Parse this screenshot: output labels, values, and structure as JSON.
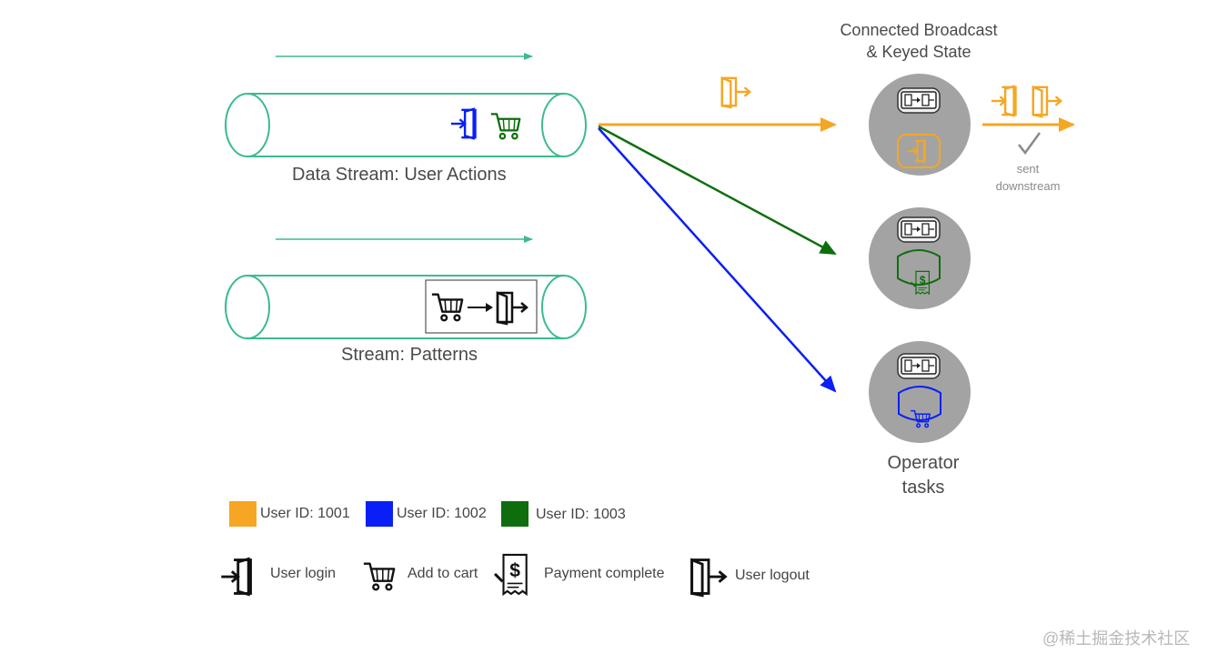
{
  "diagram": {
    "stream_actions": {
      "label": "Data Stream: User Actions"
    },
    "stream_patterns": {
      "label": "Stream: Patterns"
    },
    "operator_header": {
      "line1": "Connected Broadcast",
      "line2": "& Keyed State"
    },
    "operator_label": {
      "line1": "Operator",
      "line2": "tasks"
    },
    "sent_note": {
      "line1": "sent",
      "line2": "downstream"
    }
  },
  "legend": {
    "users": [
      {
        "label": "User ID: 1001",
        "color": "#f5a623"
      },
      {
        "label": "User ID: 1002",
        "color": "#0a1ff5"
      },
      {
        "label": "User ID: 1003",
        "color": "#0e6e0e"
      }
    ],
    "events": [
      {
        "label": "User login",
        "icon": "login-icon"
      },
      {
        "label": "Add to cart",
        "icon": "cart-icon"
      },
      {
        "label": "Payment complete",
        "icon": "receipt-icon"
      },
      {
        "label": "User logout",
        "icon": "logout-icon"
      }
    ]
  },
  "colors": {
    "stream": "#3dbb8c",
    "operator_fill": "#a3a3a3",
    "user_1001": "#f5a623",
    "user_1002": "#0a1ff5",
    "user_1003": "#0e6e0e"
  },
  "watermark": "@稀土掘金技术社区"
}
